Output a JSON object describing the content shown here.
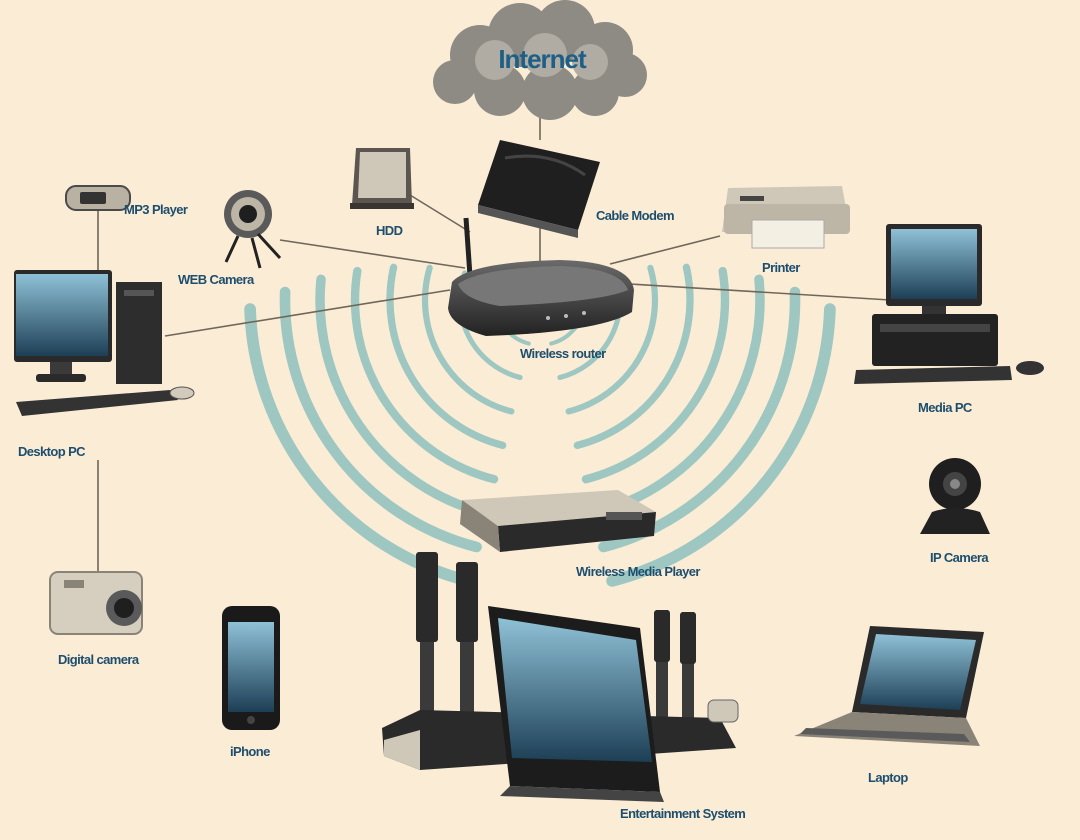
{
  "nodes": {
    "internet": "Internet",
    "cable_modem": "Cable Modem",
    "hdd": "HDD",
    "printer": "Printer",
    "mp3_player": "MP3 Player",
    "web_camera": "WEB Camera",
    "wireless_router": "Wireless router",
    "desktop_pc": "Desktop PC",
    "media_pc": "Media PC",
    "ip_camera": "IP Camera",
    "wireless_media_player": "Wireless Media Player",
    "digital_camera": "Digital camera",
    "iphone": "iPhone",
    "entertainment_system": "Entertainment System",
    "laptop": "Laptop"
  },
  "colors": {
    "background": "#fbecd6",
    "label": "#1d4e6e",
    "wave": "#9ec7c2",
    "screen_top": "#8fc1d6",
    "screen_bottom": "#1d3f56"
  }
}
